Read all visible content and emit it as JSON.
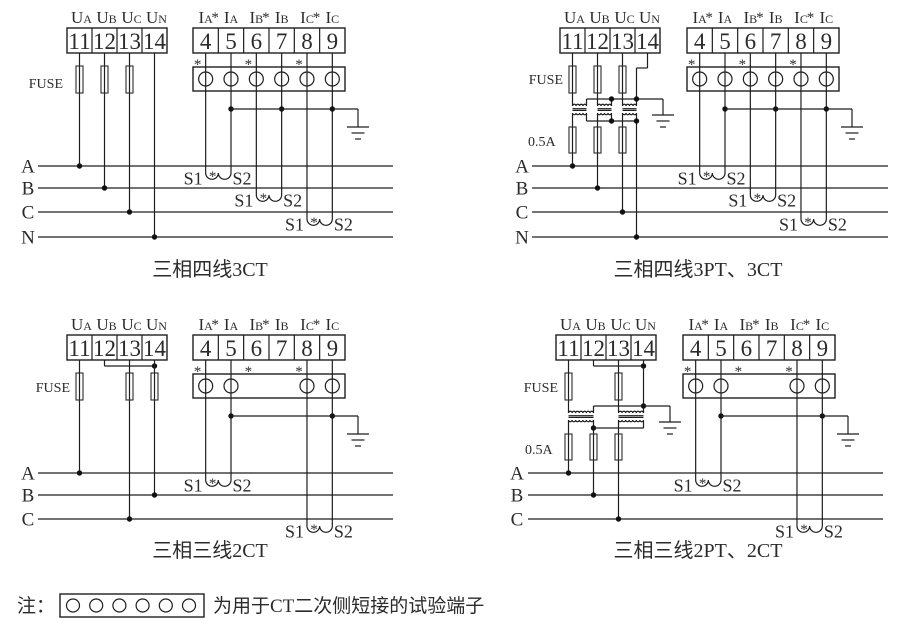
{
  "colors": {
    "line": "#1e1e1e",
    "text": "#2b2b2b",
    "background": "#ffffff"
  },
  "diagrams": [
    {
      "title": "三相四线3CT",
      "voltage_terminals": [
        {
          "symbol": "U",
          "sub": "A",
          "number": "11"
        },
        {
          "symbol": "U",
          "sub": "B",
          "number": "12"
        },
        {
          "symbol": "U",
          "sub": "C",
          "number": "13"
        },
        {
          "symbol": "U",
          "sub": "N",
          "number": "14"
        }
      ],
      "current_terminals": [
        {
          "symbol": "I",
          "sub": "A",
          "polarity": "*",
          "number": "4"
        },
        {
          "symbol": "I",
          "sub": "A",
          "polarity": "",
          "number": "5"
        },
        {
          "symbol": "I",
          "sub": "B",
          "polarity": "*",
          "number": "6"
        },
        {
          "symbol": "I",
          "sub": "B",
          "polarity": "",
          "number": "7"
        },
        {
          "symbol": "I",
          "sub": "C",
          "polarity": "*",
          "number": "8"
        },
        {
          "symbol": "I",
          "sub": "C",
          "polarity": "",
          "number": "9"
        }
      ],
      "test_links": [
        true,
        true,
        true,
        true,
        true,
        true
      ],
      "fuse_label": "FUSE",
      "phases": [
        "A",
        "B",
        "C",
        "N"
      ],
      "ct_coils": [
        {
          "phase": "A",
          "s1": "S1",
          "s2": "S2",
          "polarity": "*"
        },
        {
          "phase": "B",
          "s1": "S1",
          "s2": "S2",
          "polarity": "*"
        },
        {
          "phase": "C",
          "s1": "S1",
          "s2": "S2",
          "polarity": "*"
        }
      ]
    },
    {
      "title": "三相四线3PT、3CT",
      "voltage_terminals": [
        {
          "symbol": "U",
          "sub": "A",
          "number": "11"
        },
        {
          "symbol": "U",
          "sub": "B",
          "number": "12"
        },
        {
          "symbol": "U",
          "sub": "C",
          "number": "13"
        },
        {
          "symbol": "U",
          "sub": "N",
          "number": "14"
        }
      ],
      "current_terminals": [
        {
          "symbol": "I",
          "sub": "A",
          "polarity": "*",
          "number": "4"
        },
        {
          "symbol": "I",
          "sub": "A",
          "polarity": "",
          "number": "5"
        },
        {
          "symbol": "I",
          "sub": "B",
          "polarity": "*",
          "number": "6"
        },
        {
          "symbol": "I",
          "sub": "B",
          "polarity": "",
          "number": "7"
        },
        {
          "symbol": "I",
          "sub": "C",
          "polarity": "*",
          "number": "8"
        },
        {
          "symbol": "I",
          "sub": "C",
          "polarity": "",
          "number": "9"
        }
      ],
      "test_links": [
        true,
        true,
        true,
        true,
        true,
        true
      ],
      "fuse_label": "FUSE",
      "pt_fuse_label": "0.5A",
      "phases": [
        "A",
        "B",
        "C",
        "N"
      ],
      "ct_coils": [
        {
          "phase": "A",
          "s1": "S1",
          "s2": "S2",
          "polarity": "*"
        },
        {
          "phase": "B",
          "s1": "S1",
          "s2": "S2",
          "polarity": "*"
        },
        {
          "phase": "C",
          "s1": "S1",
          "s2": "S2",
          "polarity": "*"
        }
      ]
    },
    {
      "title": "三相三线2CT",
      "voltage_terminals": [
        {
          "symbol": "U",
          "sub": "A",
          "number": "11"
        },
        {
          "symbol": "U",
          "sub": "B",
          "number": "12"
        },
        {
          "symbol": "U",
          "sub": "C",
          "number": "13"
        },
        {
          "symbol": "U",
          "sub": "N",
          "number": "14"
        }
      ],
      "current_terminals": [
        {
          "symbol": "I",
          "sub": "A",
          "polarity": "*",
          "number": "4"
        },
        {
          "symbol": "I",
          "sub": "A",
          "polarity": "",
          "number": "5"
        },
        {
          "symbol": "I",
          "sub": "B",
          "polarity": "*",
          "number": "6"
        },
        {
          "symbol": "I",
          "sub": "B",
          "polarity": "",
          "number": "7"
        },
        {
          "symbol": "I",
          "sub": "C",
          "polarity": "*",
          "number": "8"
        },
        {
          "symbol": "I",
          "sub": "C",
          "polarity": "",
          "number": "9"
        }
      ],
      "test_links": [
        true,
        true,
        false,
        false,
        true,
        true
      ],
      "fuse_label": "FUSE",
      "phases": [
        "A",
        "B",
        "C"
      ],
      "ct_coils": [
        {
          "phase": "A",
          "s1": "S1",
          "s2": "S2",
          "polarity": "*"
        },
        {
          "phase": "C",
          "s1": "S1",
          "s2": "S2",
          "polarity": "*"
        }
      ]
    },
    {
      "title": "三相三线2PT、2CT",
      "voltage_terminals": [
        {
          "symbol": "U",
          "sub": "A",
          "number": "11"
        },
        {
          "symbol": "U",
          "sub": "B",
          "number": "12"
        },
        {
          "symbol": "U",
          "sub": "C",
          "number": "13"
        },
        {
          "symbol": "U",
          "sub": "N",
          "number": "14"
        }
      ],
      "current_terminals": [
        {
          "symbol": "I",
          "sub": "A",
          "polarity": "*",
          "number": "4"
        },
        {
          "symbol": "I",
          "sub": "A",
          "polarity": "",
          "number": "5"
        },
        {
          "symbol": "I",
          "sub": "B",
          "polarity": "*",
          "number": "6"
        },
        {
          "symbol": "I",
          "sub": "B",
          "polarity": "",
          "number": "7"
        },
        {
          "symbol": "I",
          "sub": "C",
          "polarity": "*",
          "number": "8"
        },
        {
          "symbol": "I",
          "sub": "C",
          "polarity": "",
          "number": "9"
        }
      ],
      "test_links": [
        true,
        true,
        false,
        false,
        true,
        true
      ],
      "fuse_label": "FUSE",
      "pt_fuse_label": "0.5A",
      "phases": [
        "A",
        "B",
        "C"
      ],
      "ct_coils": [
        {
          "phase": "A",
          "s1": "S1",
          "s2": "S2",
          "polarity": "*"
        },
        {
          "phase": "C",
          "s1": "S1",
          "s2": "S2",
          "polarity": "*"
        }
      ]
    }
  ],
  "note": {
    "prefix": "注：",
    "test_links": [
      true,
      true,
      true,
      true,
      true,
      true
    ],
    "text": "为用于CT二次侧短接的试验端子"
  }
}
